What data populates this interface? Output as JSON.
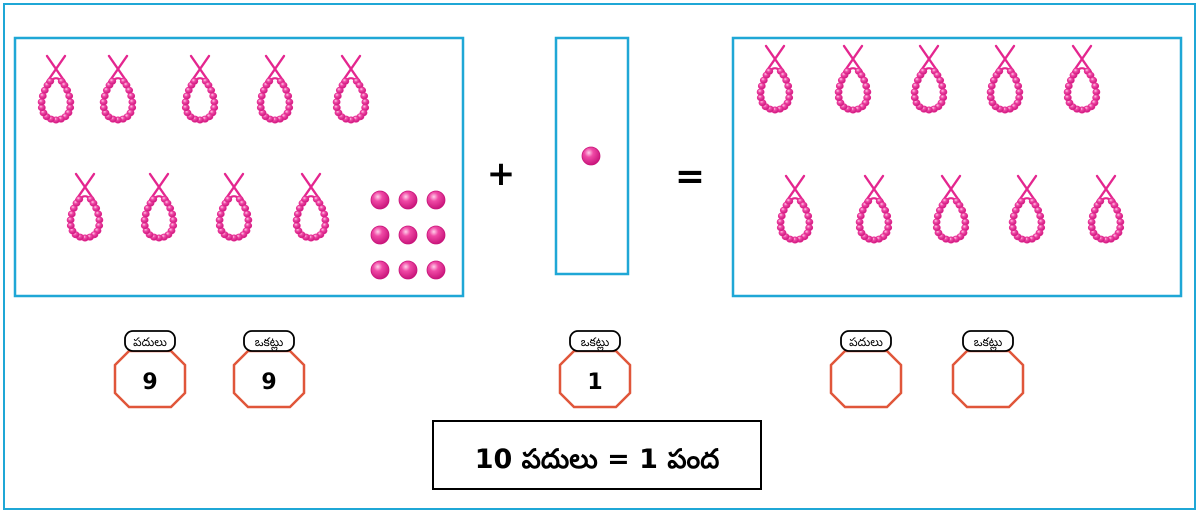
{
  "colors": {
    "frame": "#1fa7d6",
    "bead": "#e4268f",
    "bead_highlight": "#ffb3da",
    "label_box": "#e0563a",
    "text": "#000000"
  },
  "groups": [
    {
      "name": "left",
      "tens_strings": 9,
      "ones_beads": 9
    },
    {
      "name": "middle",
      "ones_beads": 1
    },
    {
      "name": "right",
      "tens_strings": 10,
      "ones_beads": 0
    }
  ],
  "operators": {
    "plus": "+",
    "equals": "="
  },
  "place_values": [
    {
      "label": "పదులు",
      "value": "9"
    },
    {
      "label": "ఒకట్లు",
      "value": "9"
    },
    {
      "label": "ఒకట్లు",
      "value": "1"
    },
    {
      "label": "పదులు",
      "value": ""
    },
    {
      "label": "ఒకట్లు",
      "value": ""
    }
  ],
  "conclusion": "10 పదులు = 1 పంద"
}
